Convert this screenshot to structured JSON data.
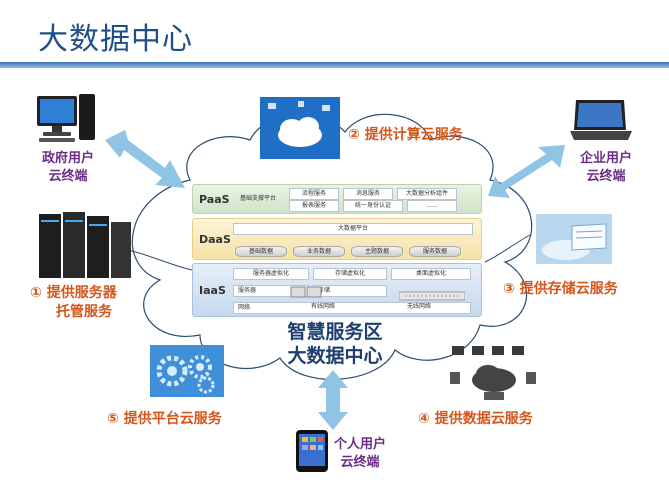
{
  "title": "大数据中心",
  "center": {
    "line1": "智慧服务区",
    "line2": "大数据中心"
  },
  "services": {
    "compute": "② 提供计算云服务",
    "hosting_line1": "① 提供服务器",
    "hosting_line2": "托管服务",
    "storage": "③ 提供存储云服务",
    "platform": "⑤ 提供平台云服务",
    "data": "④ 提供数据云服务"
  },
  "users": {
    "gov_line1": "政府用户",
    "gov_line2": "云终端",
    "ent_line1": "企业用户",
    "ent_line2": "云终端",
    "personal_line1": "个人用户",
    "personal_line2": "云终端"
  },
  "stack": {
    "paas": {
      "label": "PaaS",
      "base": "基础支撑平台",
      "row1": [
        "流程服务",
        "消息服务",
        "大数据分析组件"
      ],
      "row2": [
        "报表服务",
        "统一身份认证",
        "……"
      ]
    },
    "daas": {
      "label": "DaaS",
      "platform": "大数据平台",
      "dbs": [
        "基础数据",
        "业务数据",
        "主题数据",
        "服务数据"
      ]
    },
    "iaas": {
      "label": "IaaS",
      "row1": [
        "服务器虚拟化",
        "存储虚拟化",
        "桌面虚拟化"
      ],
      "row2": [
        "服务器",
        "存储"
      ],
      "row3": [
        "网络",
        "有线网络",
        "无线网络"
      ]
    }
  },
  "colors": {
    "title": "#1f4f86",
    "service_text": "#d5561a",
    "user_text": "#6a2d86",
    "arrow": "#8fc4e4"
  }
}
